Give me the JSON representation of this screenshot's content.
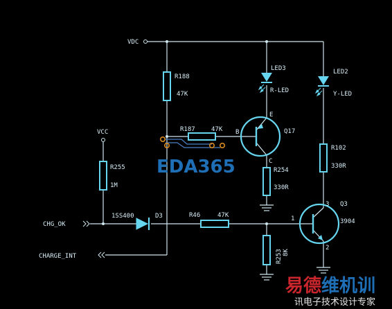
{
  "colors": {
    "wire": "#cfe6ee",
    "component": "#66d6f0",
    "background": "#000000",
    "pad": "#d88a1c",
    "watermark_blue": "#1e6fb5",
    "watermark_red": "#c8262c"
  },
  "nets": {
    "vdc": "VDC",
    "vcc": "VCC",
    "chg_ok": "CHG_OK",
    "charge_int": "CHARGE_INT"
  },
  "components": {
    "r188": {
      "ref": "R188",
      "value": "47K"
    },
    "r187": {
      "ref": "R187",
      "value": "47K"
    },
    "r255": {
      "ref": "R255",
      "value": "1M"
    },
    "r254": {
      "ref": "R254",
      "value": "330R"
    },
    "r102": {
      "ref": "R102",
      "value": "330R"
    },
    "r46": {
      "ref": "R46",
      "value": "47K"
    },
    "r253": {
      "ref": "R253",
      "value": "8K"
    },
    "led3": {
      "ref": "LED3",
      "value": "R-LED"
    },
    "led2": {
      "ref": "LED2",
      "value": "Y-LED"
    },
    "d3": {
      "ref": "D3",
      "value": "1SS400"
    },
    "q17": {
      "ref": "Q17",
      "pin_b": "B",
      "pin_c": "C",
      "pin_e": "E"
    },
    "q3": {
      "ref": "Q3",
      "value": "3904",
      "pin_1": "1",
      "pin_2": "2",
      "pin_3": "3"
    }
  },
  "watermark": {
    "site": "EDA365",
    "logo_red_text": "易德",
    "logo_blue_text": "维机训",
    "logo_subtitle": "讯电子技术设计专家"
  }
}
